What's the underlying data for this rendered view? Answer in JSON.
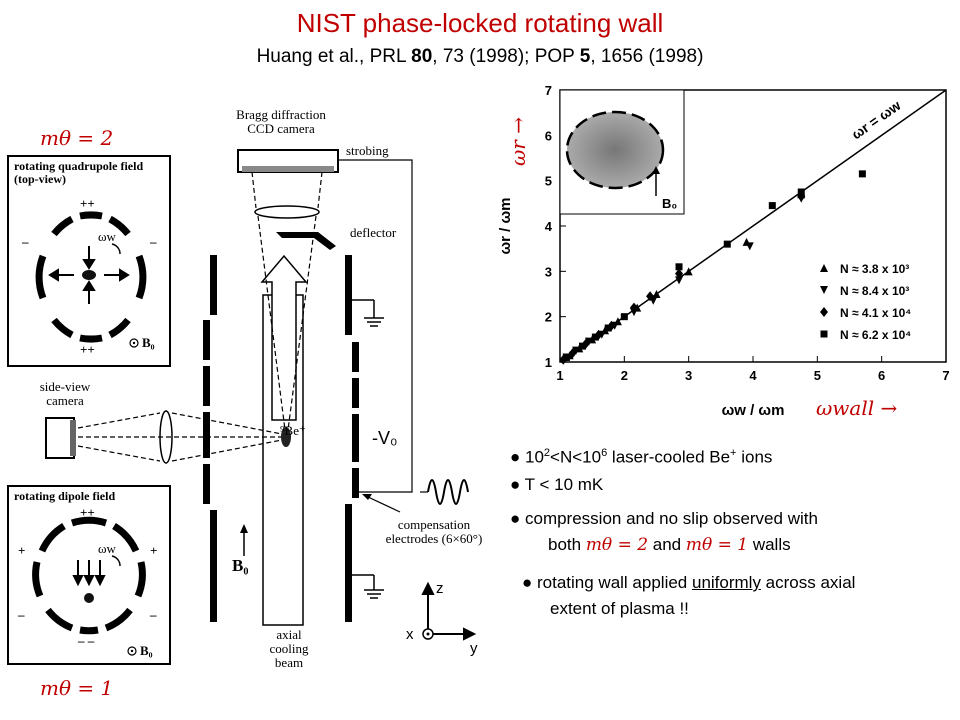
{
  "header": {
    "title": "NIST phase-locked rotating wall",
    "citation_prefix": "Huang et al., PRL ",
    "prl_volume": "80",
    "prl_rest": ", 73 (1998); POP ",
    "pop_volume": "5",
    "pop_rest": ", 1656 (1998)"
  },
  "labels": {
    "m2": "mθ = 2",
    "m1": "mθ = 1",
    "omega_r": "ωr →",
    "omega_wall": "ωwall →"
  },
  "apparatus": {
    "quad_title": "rotating quadrupole field (top-view)",
    "dipole_title": "rotating dipole field",
    "omega_w": "ωw",
    "b0": "B₀",
    "plus_plus": "++",
    "minus_minus": "– –",
    "plus": "+",
    "minus": "–",
    "camera_top": "Bragg diffraction CCD camera",
    "strobing": "strobing",
    "deflector": "deflector",
    "side_camera": "side-view camera",
    "ion": "⁹Be⁺",
    "voltage": "-V₀",
    "compensation": "compensation electrodes (6×60°)",
    "cooling": "axial cooling beam",
    "axis_z": "z",
    "axis_x": "x",
    "axis_y": "y"
  },
  "chart_data": {
    "type": "scatter",
    "xlabel": "ωw / ωm",
    "ylabel": "ωr / ωm",
    "xlim": [
      1,
      7
    ],
    "ylim": [
      1,
      7
    ],
    "xticks": [
      1,
      2,
      3,
      4,
      5,
      6,
      7
    ],
    "yticks": [
      1,
      2,
      3,
      4,
      5,
      6,
      7
    ],
    "line_label": "ωr = ωw",
    "inset_label": "B₀",
    "legend_position": "bottom-right",
    "series": [
      {
        "name": "N ≈ 3.8 x 10³",
        "marker": "triangle-up",
        "x": [
          1.15,
          1.3,
          1.5,
          1.7,
          1.9,
          2.2,
          2.5,
          3.0,
          3.9,
          4.75
        ],
        "y": [
          1.15,
          1.3,
          1.5,
          1.7,
          1.9,
          2.2,
          2.5,
          3.0,
          3.65,
          4.7
        ]
      },
      {
        "name": "N ≈ 8.4 x 10³",
        "marker": "triangle-down",
        "x": [
          1.1,
          1.25,
          1.45,
          1.65,
          1.85,
          2.15,
          2.45,
          2.85,
          3.95,
          4.75
        ],
        "y": [
          1.1,
          1.25,
          1.45,
          1.6,
          1.8,
          2.1,
          2.35,
          2.8,
          3.55,
          4.6
        ]
      },
      {
        "name": "N ≈ 4.1 x 10⁴",
        "marker": "diamond",
        "x": [
          1.05,
          1.2,
          1.4,
          1.6,
          1.8,
          2.15,
          2.4,
          2.85,
          4.75
        ],
        "y": [
          1.05,
          1.2,
          1.4,
          1.6,
          1.8,
          2.2,
          2.45,
          2.95,
          4.65
        ]
      },
      {
        "name": "N ≈ 6.2 x 10⁴",
        "marker": "square",
        "x": [
          1.1,
          1.35,
          1.55,
          1.75,
          2.0,
          2.85,
          3.6,
          4.3,
          4.75,
          5.7
        ],
        "y": [
          1.1,
          1.35,
          1.55,
          1.75,
          2.0,
          3.1,
          3.6,
          4.45,
          4.75,
          5.15
        ]
      }
    ]
  },
  "bullets": {
    "b1_a": "● 10",
    "b1_sup": "2",
    "b1_b": "<N<10",
    "b1_sup2": "6",
    "b1_c": " laser-cooled Be",
    "b1_sup3": "+",
    "b1_d": " ions",
    "b2": "● T < 10 mK",
    "b3_line1": "● compression and no slip observed with",
    "b3_line2_a": "both ",
    "b3_m2": "mθ = 2",
    "b3_and": " and ",
    "b3_m1": "mθ = 1",
    "b3_walls": " walls",
    "b4_a": "● rotating wall applied ",
    "b4_u": "uniformly",
    "b4_b": " across axial",
    "b4_line2": "extent of plasma !!"
  }
}
